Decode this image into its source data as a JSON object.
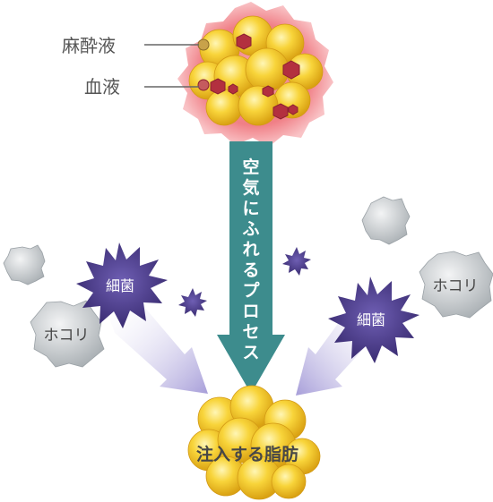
{
  "labels": {
    "anesthetic": "麻酔液",
    "blood": "血液",
    "process": "空気にふれるプロセス",
    "bacteria_left": "細菌",
    "bacteria_right": "細菌",
    "dust_left": "ホコリ",
    "dust_right": "ホコリ",
    "target": "注入する脂肪"
  },
  "colors": {
    "fat_yellow": "#f5c61d",
    "fat_light": "#fde66a",
    "fat_dark": "#d9a112",
    "blood_red": "#b3303f",
    "cluster_glow": "#f07f86",
    "main_arrow": "#3d8c8d",
    "bacteria": "#4b3a8c",
    "side_arrow": "#b6aee0",
    "dust_gray": "#c8cbcd",
    "text_dark": "#474747",
    "label_gray": "#555555"
  },
  "icons": {
    "fat_cluster": "fat-cluster-icon",
    "bacteria": "bacteria-icon",
    "dust": "dust-icon",
    "arrow": "arrow-icon"
  }
}
